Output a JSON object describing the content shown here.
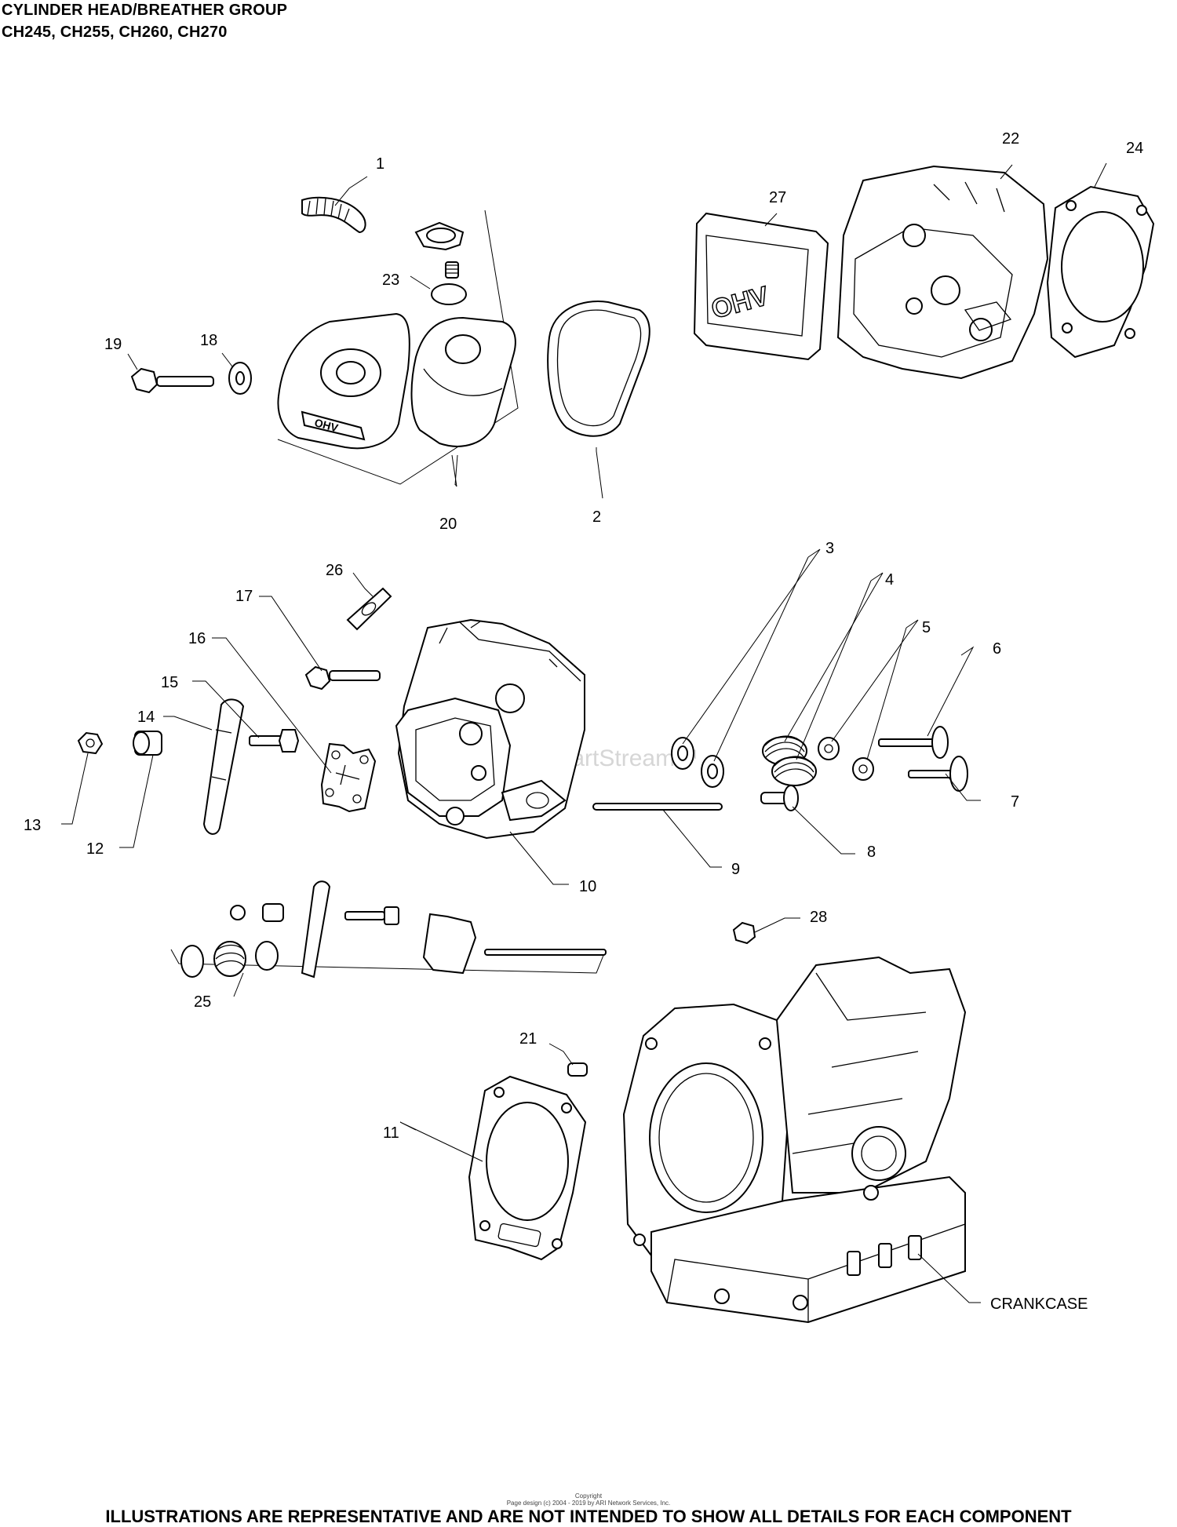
{
  "title": {
    "line1": "CYLINDER HEAD/BREATHER GROUP",
    "line2": "CH245, CH255, CH260, CH270"
  },
  "watermark": "ARI PartStream™",
  "callouts": {
    "c1": "1",
    "c2": "2",
    "c3": "3",
    "c4": "4",
    "c5": "5",
    "c6": "6",
    "c7": "7",
    "c8": "8",
    "c9": "9",
    "c10": "10",
    "c11": "11",
    "c12": "12",
    "c13": "13",
    "c14": "14",
    "c15": "15",
    "c16": "16",
    "c17": "17",
    "c18": "18",
    "c19": "19",
    "c20": "20",
    "c21": "21",
    "c22": "22",
    "c23": "23",
    "c24": "24",
    "c25": "25",
    "c26": "26",
    "c27": "27",
    "c28": "28",
    "crankcase": "CRANKCASE"
  },
  "copyright": {
    "line1": "Copyright",
    "line2": "Page design (c) 2004 - 2019 by ARI Network Services, Inc."
  },
  "footer": "ILLUSTRATIONS ARE REPRESENTATIVE AND ARE NOT INTENDED TO SHOW ALL DETAILS FOR EACH COMPONENT"
}
